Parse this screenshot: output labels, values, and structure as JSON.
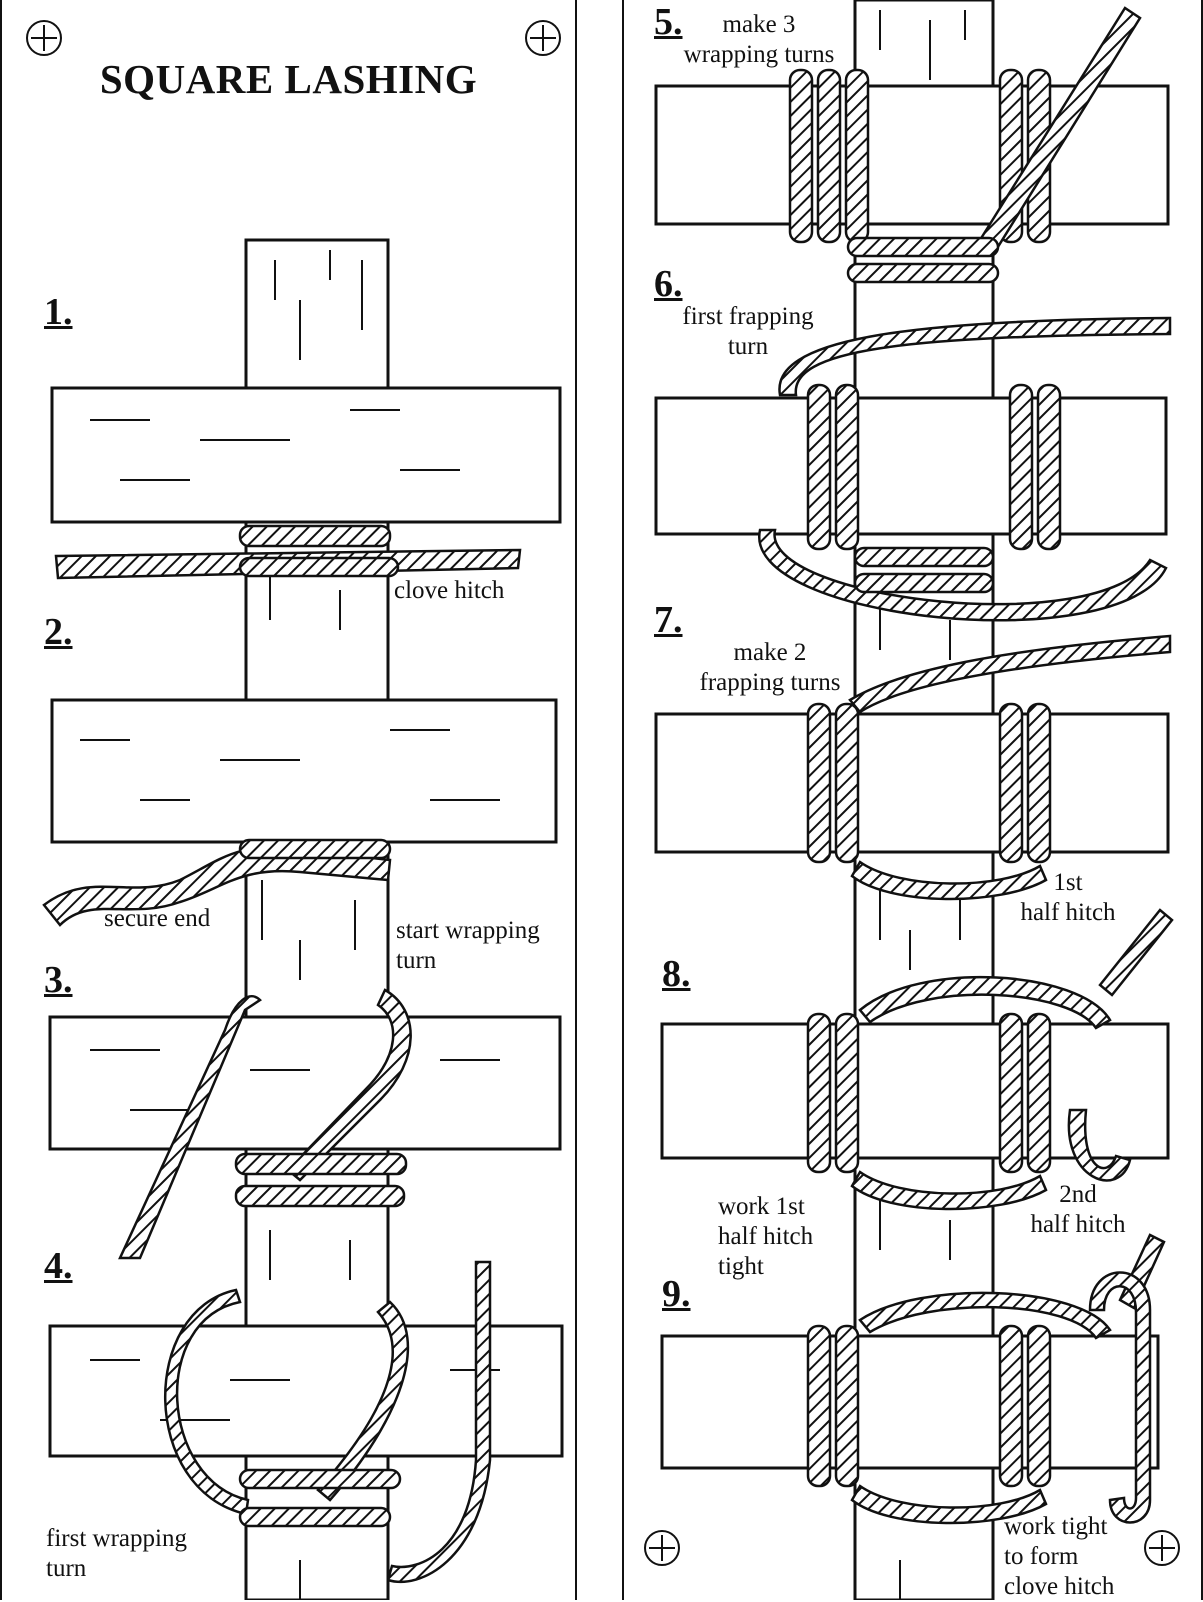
{
  "title": "SQUARE LASHING",
  "steps": [
    {
      "number": "1.",
      "label": "clove hitch"
    },
    {
      "number": "2.",
      "label": "secure end",
      "label2": "start wrapping\nturn"
    },
    {
      "number": "3.",
      "label": ""
    },
    {
      "number": "4.",
      "label": "first wrapping\nturn"
    },
    {
      "number": "5.",
      "label": "make 3\nwrapping turns"
    },
    {
      "number": "6.",
      "label": "first frapping\nturn"
    },
    {
      "number": "7.",
      "label": "make 2\nfrapping turns",
      "label2": "1st\nhalf hitch"
    },
    {
      "number": "8.",
      "label": "work  1st\nhalf hitch\ntight",
      "label2": "2nd\nhalf hitch"
    },
    {
      "number": "9.",
      "label": "work tight\nto form\nclove hitch"
    }
  ],
  "icons": [
    "registration-mark-icon"
  ]
}
